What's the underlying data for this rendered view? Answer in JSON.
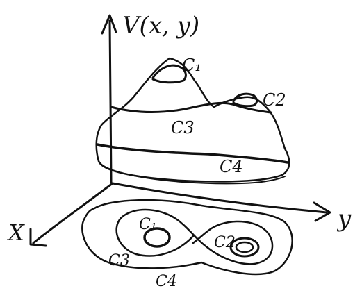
{
  "axes": {
    "vertical_label": "V(x, y)",
    "x_label": "X",
    "y_label": "y"
  },
  "surface_labels": {
    "c1": "C₁",
    "c2": "C2",
    "c3": "C3",
    "c4": "C4"
  },
  "contour_labels": {
    "c1": "C₁",
    "c2": "C2",
    "c3": "C3",
    "c4": "C4"
  },
  "colors": {
    "ink": "#111111",
    "background": "#ffffff"
  }
}
